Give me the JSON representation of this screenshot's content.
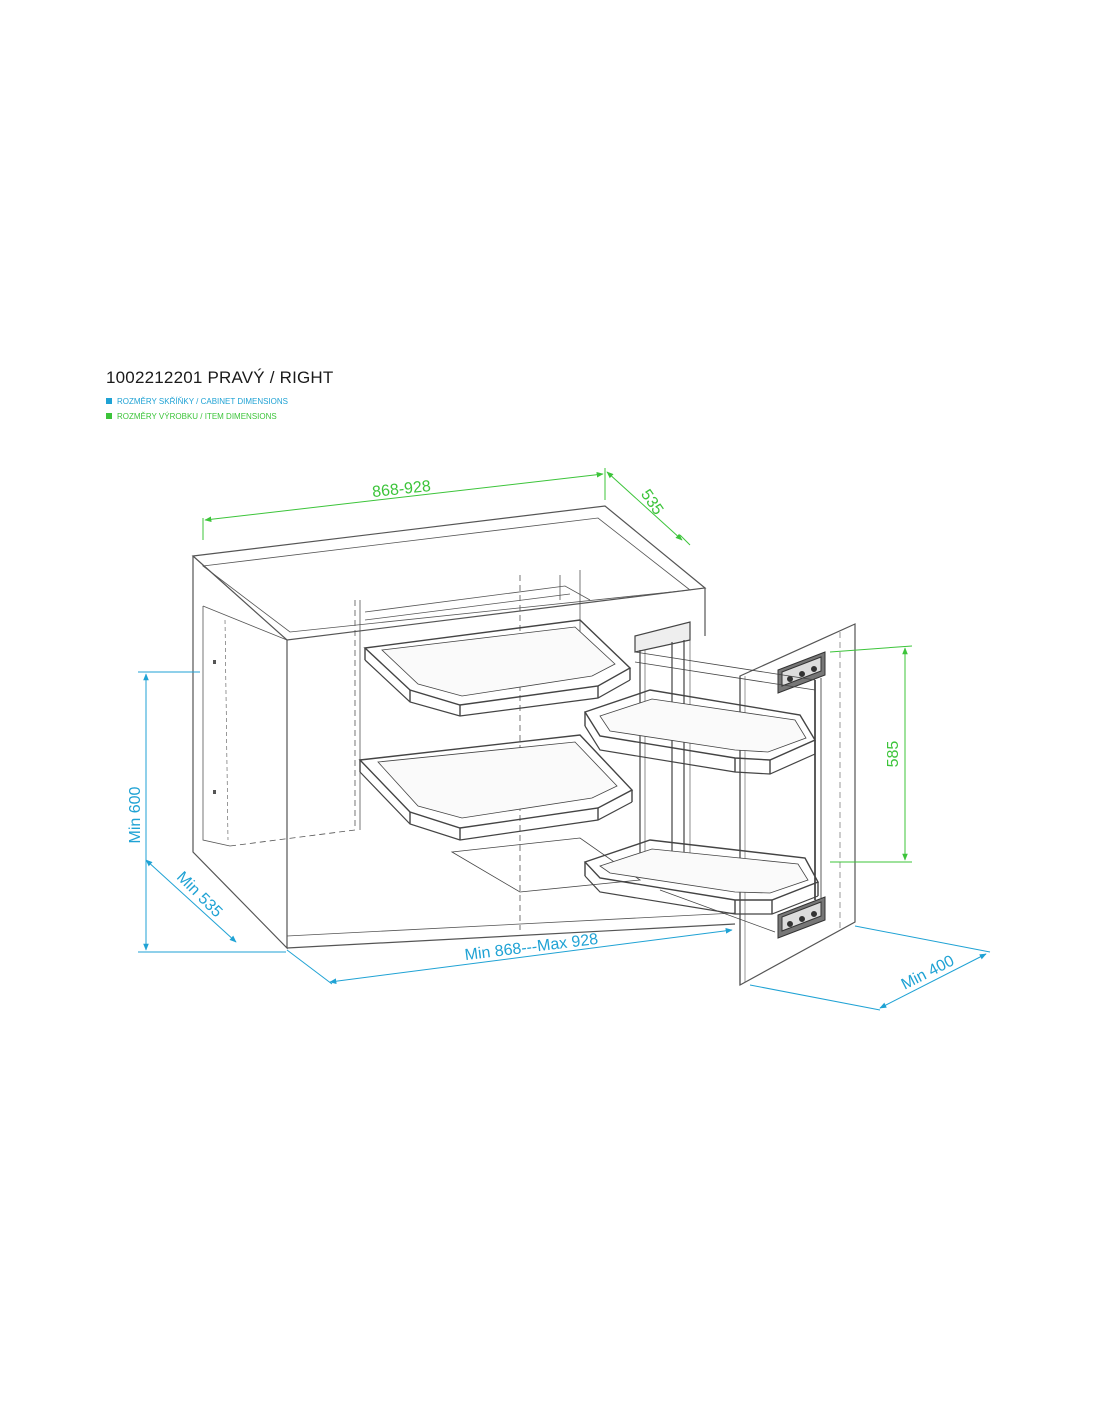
{
  "title": "1002212201 PRAVÝ / RIGHT",
  "legend": {
    "cabinet": {
      "label": "ROZMĚRY SKŘÍŇKY / CABINET DIMENSIONS",
      "color": "#1fa2d4"
    },
    "item": {
      "label": "ROZMĚRY VÝROBKU / ITEM DIMENSIONS",
      "color": "#3cc43a"
    }
  },
  "dimensions": {
    "item_width": "868-928",
    "item_depth": "535",
    "item_height": "585",
    "cabinet_height": "Min 600",
    "cabinet_depth": "Min 535",
    "cabinet_width": "Min 868---Max 928",
    "door_width": "Min 400"
  },
  "colors": {
    "line": "#555555",
    "accent_cabinet": "#1fa2d4",
    "accent_item": "#3cc43a"
  }
}
